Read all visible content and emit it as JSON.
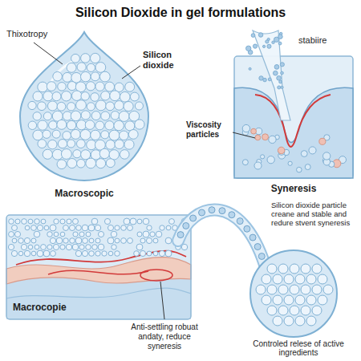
{
  "diagram": {
    "title": "Silicon Dioxide in gel formulations",
    "labels": [
      "Thixotropy",
      "Silicon dioxide",
      "Macroscopic",
      "stabiire",
      "Viscosity particles",
      "Syneresis",
      "Silicon dioxide particle creane and stable and redure stvent syneresis",
      "Macrocopie",
      "Anti-settling robuat andaty, reduce syneresis",
      "Controled relese of active ingredients"
    ]
  }
}
